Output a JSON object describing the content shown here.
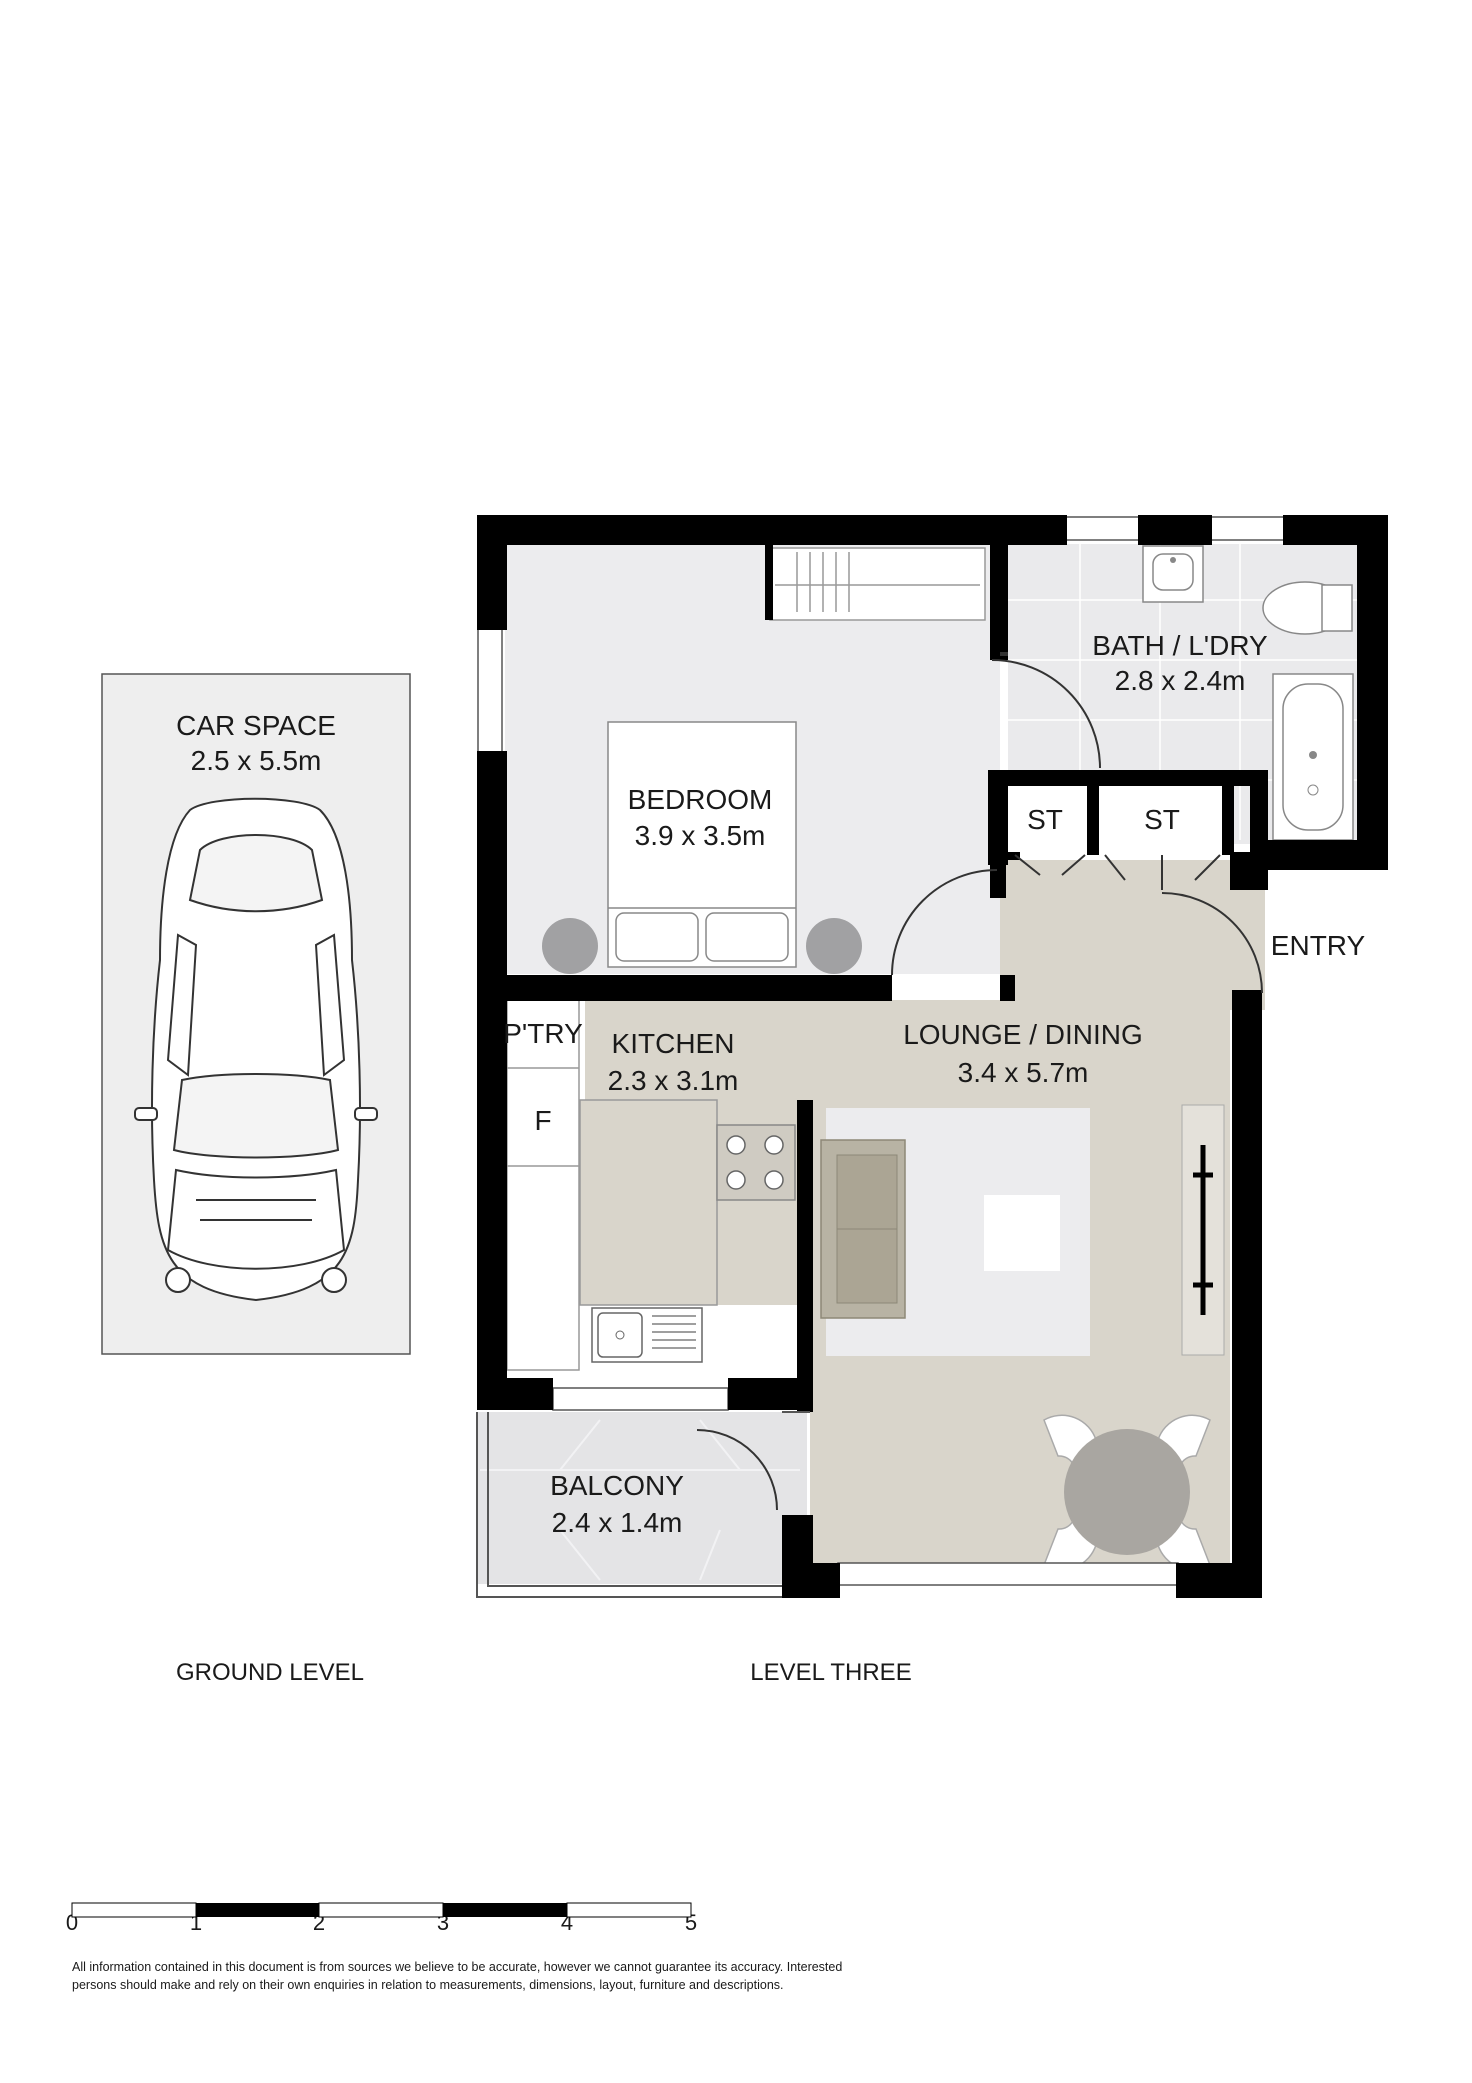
{
  "rooms": {
    "car_space": {
      "name": "CAR SPACE",
      "size": "2.5 x 5.5m"
    },
    "bedroom": {
      "name": "BEDROOM",
      "size": "3.9 x 3.5m"
    },
    "bath": {
      "name": "BATH / L'DRY",
      "size": "2.8 x 2.4m"
    },
    "storage_1": {
      "name": "ST"
    },
    "storage_2": {
      "name": "ST"
    },
    "entry": {
      "name": "ENTRY"
    },
    "pantry": {
      "name": "P'TRY"
    },
    "fridge": {
      "name": "F"
    },
    "kitchen": {
      "name": "KITCHEN",
      "size": "2.3 x 3.1m"
    },
    "lounge": {
      "name": "LOUNGE / DINING",
      "size": "3.4 x 5.7m"
    },
    "balcony": {
      "name": "BALCONY",
      "size": "2.4 x 1.4m"
    }
  },
  "levels": {
    "ground": "GROUND LEVEL",
    "three": "LEVEL THREE"
  },
  "scale_bar": {
    "ticks": [
      "0",
      "1",
      "2",
      "3",
      "4",
      "5"
    ]
  },
  "disclaimer": {
    "line1": "All information contained in this document is from sources we believe to be accurate, however we cannot guarantee its accuracy. Interested",
    "line2": "persons should make and rely on their own enquiries in relation to measurements, dimensions, layout, furniture and descriptions."
  },
  "colors": {
    "wall": "#000000",
    "bedroom_floor": "#ececee",
    "bath_floor": "#eaeaec",
    "kitchen_floor": "#d9d5cb",
    "lounge_floor": "#d9d5cb",
    "rug": "#ececee",
    "sofa": "#b8b3a4",
    "dining_table": "#a9a6a1",
    "bedside": "#a1a1a3",
    "car_space": "#eeeeee"
  }
}
